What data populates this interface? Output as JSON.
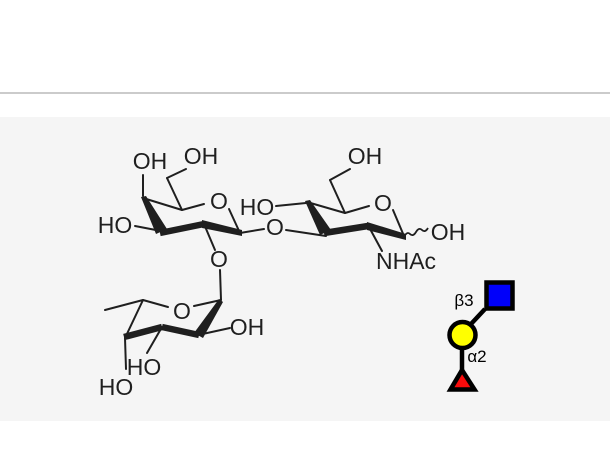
{
  "page": {
    "background": "#ffffff",
    "panel_background": "#f5f5f5",
    "divider_color": "#cbcbcb"
  },
  "molecule": {
    "stroke_color": "#1f1f1f",
    "labels": {
      "gal_o4h": "OH",
      "gal_o6h": "OH",
      "gal_o3h": "HO",
      "gal_ring_o": "O",
      "gal_o2_link": "O",
      "glcnac_o4h": "HO",
      "glycosidic_o": "O",
      "glcnac_o6h": "OH",
      "glcnac_ring_o": "O",
      "glcnac_anomeric_oh": "OH",
      "glcnac_nhac": "NHAc",
      "fuc_ring_o": "O",
      "fuc_o2h": "OH",
      "fuc_o3h": "HO",
      "fuc_o4h": "HO"
    }
  },
  "snfg": {
    "glcnac_symbol": "blue-square",
    "gal_symbol": "yellow-circle",
    "fuc_symbol": "red-triangle",
    "glcnac_color": "#0000fa",
    "gal_color": "#ffff00",
    "fuc_color": "#fa0b0b",
    "outline_color": "#000000",
    "linkage_beta3": "β3",
    "linkage_alpha2": "α2"
  }
}
